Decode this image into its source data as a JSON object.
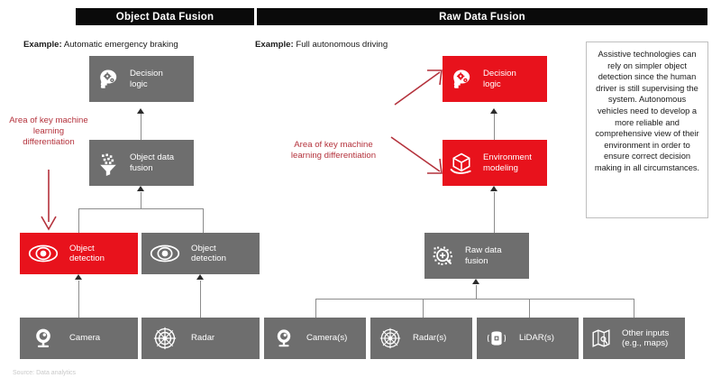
{
  "panels": {
    "left": {
      "header": "Object Data Fusion",
      "example_label": "Example:",
      "example_text": "Automatic emergency braking",
      "callout": "Area of key machine learning differentiation",
      "boxes": {
        "decision_logic": "Decision logic",
        "decision_logic_l1": "Decision",
        "decision_logic_l2": "logic",
        "object_data_fusion_l1": "Object data",
        "object_data_fusion_l2": "fusion",
        "object_detection_1_l1": "Object",
        "object_detection_1_l2": "detection",
        "object_detection_2_l1": "Object",
        "object_detection_2_l2": "detection",
        "camera": "Camera",
        "radar": "Radar"
      }
    },
    "right": {
      "header": "Raw Data Fusion",
      "example_label": "Example:",
      "example_text": "Full autonomous driving",
      "callout_l1": "Area of key machine",
      "callout_l2": "learning differentiation",
      "boxes": {
        "decision_logic_l1": "Decision",
        "decision_logic_l2": "logic",
        "environment_modeling_l1": "Environment",
        "environment_modeling_l2": "modeling",
        "raw_data_fusion_l1": "Raw data",
        "raw_data_fusion_l2": "fusion",
        "cameras": "Camera(s)",
        "radars": "Radar(s)",
        "lidars": "LiDAR(s)",
        "other_inputs_l1": "Other inputs",
        "other_inputs_l2": "(e.g., maps)"
      }
    }
  },
  "sidebox": {
    "text": "Assistive technologies can rely on simpler object detection since the human driver is still supervising the system. Autonomous vehicles need to develop a more reliable and comprehensive view of their environment in order to ensure correct decision making in all circumstances."
  },
  "icons": {
    "head_gears": "head-with-gears-icon",
    "funnel": "funnel-data-icon",
    "eye": "eye-icon",
    "camera": "webcam-icon",
    "radar": "radar-dish-icon",
    "lidar": "lidar-cylinder-icon",
    "map": "map-icon",
    "cube_hand": "cube-on-hand-icon",
    "raw_fusion": "pixel-magnifier-icon"
  },
  "colors": {
    "header_bar": "#0a0a0a",
    "grey_box": "#6e6e6e",
    "red_box": "#e8121c",
    "callout_text": "#b4323c",
    "connector": "#8c8c8c",
    "sidebox_border": "#bfbfbf"
  },
  "footer": {
    "text": "Source: Data analytics"
  }
}
